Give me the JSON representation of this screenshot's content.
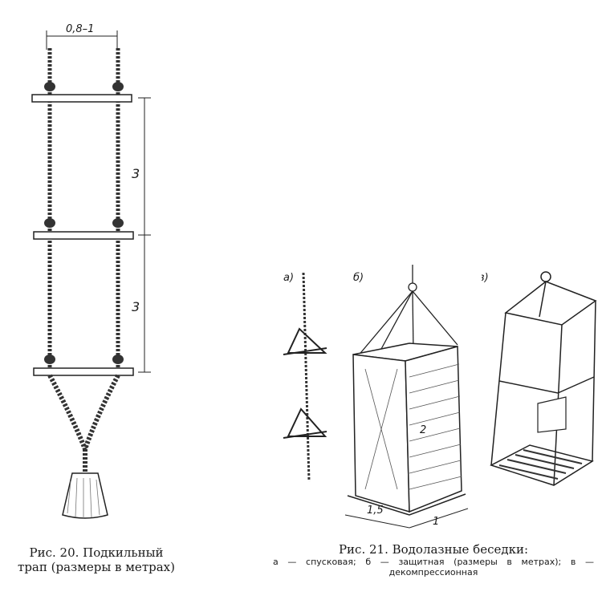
{
  "fig20": {
    "width_label": "0,8–1",
    "span_label_1": "3",
    "span_label_2": "3",
    "caption": "Рис. 20. Подкиль­ный трап (разме­ры в метрах)"
  },
  "fig21": {
    "label_a": "а)",
    "label_b": "б)",
    "label_v": "в)",
    "dim_height": "2",
    "dim_width": "1,5",
    "dim_depth": "1",
    "caption_title": "Рис. 21. Водолазные беседки:",
    "caption_legend": "а — спусковая; б — защитная (размеры в метрах); в — декомпрессионная"
  }
}
